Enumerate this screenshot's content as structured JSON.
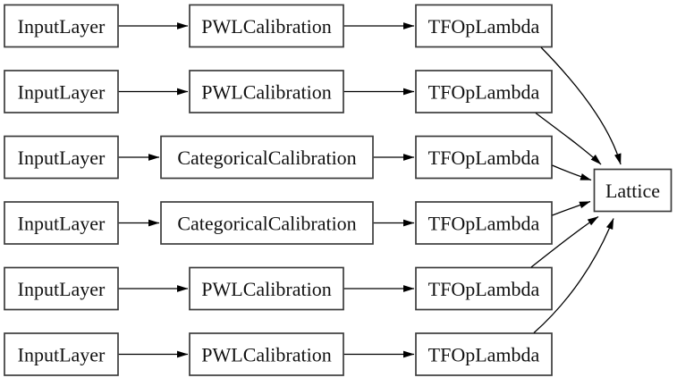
{
  "diagram": {
    "description": "Model graph: six input rows feeding calibration layers, lambda ops, and a single Lattice output node",
    "colors": {
      "background": "#ffffff",
      "node_border": "#3c3c3c",
      "node_fill": "#ffffff",
      "edge": "#000000",
      "text": "#111111"
    },
    "rows": [
      {
        "input": "InputLayer",
        "calibration": "PWLCalibration",
        "lambda": "TFOpLambda"
      },
      {
        "input": "InputLayer",
        "calibration": "PWLCalibration",
        "lambda": "TFOpLambda"
      },
      {
        "input": "InputLayer",
        "calibration": "CategoricalCalibration",
        "lambda": "TFOpLambda"
      },
      {
        "input": "InputLayer",
        "calibration": "CategoricalCalibration",
        "lambda": "TFOpLambda"
      },
      {
        "input": "InputLayer",
        "calibration": "PWLCalibration",
        "lambda": "TFOpLambda"
      },
      {
        "input": "InputLayer",
        "calibration": "PWLCalibration",
        "lambda": "TFOpLambda"
      }
    ],
    "output_node": {
      "label": "Lattice"
    },
    "edges": [
      {
        "from": "InputLayer[0]",
        "to": "PWLCalibration[0]"
      },
      {
        "from": "PWLCalibration[0]",
        "to": "TFOpLambda[0]"
      },
      {
        "from": "TFOpLambda[0]",
        "to": "Lattice"
      },
      {
        "from": "InputLayer[1]",
        "to": "PWLCalibration[1]"
      },
      {
        "from": "PWLCalibration[1]",
        "to": "TFOpLambda[1]"
      },
      {
        "from": "TFOpLambda[1]",
        "to": "Lattice"
      },
      {
        "from": "InputLayer[2]",
        "to": "CategoricalCalibration[2]"
      },
      {
        "from": "CategoricalCalibration[2]",
        "to": "TFOpLambda[2]"
      },
      {
        "from": "TFOpLambda[2]",
        "to": "Lattice"
      },
      {
        "from": "InputLayer[3]",
        "to": "CategoricalCalibration[3]"
      },
      {
        "from": "CategoricalCalibration[3]",
        "to": "TFOpLambda[3]"
      },
      {
        "from": "TFOpLambda[3]",
        "to": "Lattice"
      },
      {
        "from": "InputLayer[4]",
        "to": "PWLCalibration[4]"
      },
      {
        "from": "PWLCalibration[4]",
        "to": "TFOpLambda[4]"
      },
      {
        "from": "TFOpLambda[4]",
        "to": "Lattice"
      },
      {
        "from": "InputLayer[5]",
        "to": "PWLCalibration[5]"
      },
      {
        "from": "PWLCalibration[5]",
        "to": "TFOpLambda[5]"
      },
      {
        "from": "TFOpLambda[5]",
        "to": "Lattice"
      }
    ]
  }
}
